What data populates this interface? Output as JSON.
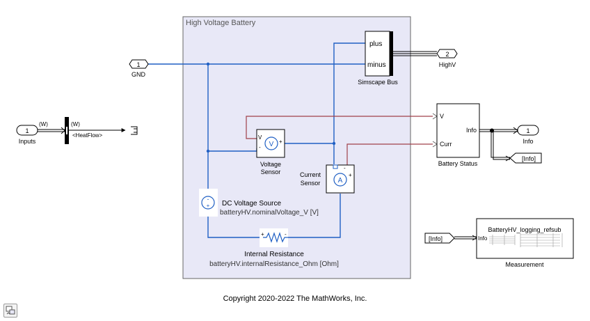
{
  "subsystem": {
    "title": "High Voltage Battery",
    "simscape_bus_label": "Simscape Bus",
    "plus_port": "plus",
    "minus_port": "minus",
    "voltage_sensor_label": "Voltage",
    "voltage_sensor_label2": "Sensor",
    "current_sensor_label": "Current",
    "current_sensor_label2": "Sensor",
    "dc_source_label": "DC Voltage Source",
    "dc_source_param": "batteryHV.nominalVoltage_V [V]",
    "resistance_label": "Internal Resistance",
    "resistance_param": "batteryHV.internalResistance_Ohm [Ohm]",
    "v_port": "V",
    "plus_sign": "+",
    "minus_sign": "-"
  },
  "ports": {
    "gnd_number": "1",
    "gnd_label": "GND",
    "highv_number": "2",
    "highv_label": "HighV",
    "inputs_number": "1",
    "inputs_label": "Inputs",
    "info_number": "1",
    "info_label": "Info"
  },
  "heatflow": {
    "w_label_in": "(W)",
    "w_label_out": "(W)",
    "selector_label": "<HeatFlow>"
  },
  "battery_status": {
    "label": "Battery Status",
    "port_v": "V",
    "port_curr": "Curr",
    "port_info": "Info"
  },
  "goto_tag": "[Info]",
  "from_tag": "[Info]",
  "measurement": {
    "label": "Measurement",
    "ref_name": "BatteryHV_logging_refsub",
    "port_info": "Info"
  },
  "copyright": "Copyright 2020-2022 The MathWorks, Inc.",
  "colors": {
    "physical_line": "#1f5fc4",
    "sensor_line": "#a0404a",
    "subsystem_fill": "#e8e8f7"
  }
}
